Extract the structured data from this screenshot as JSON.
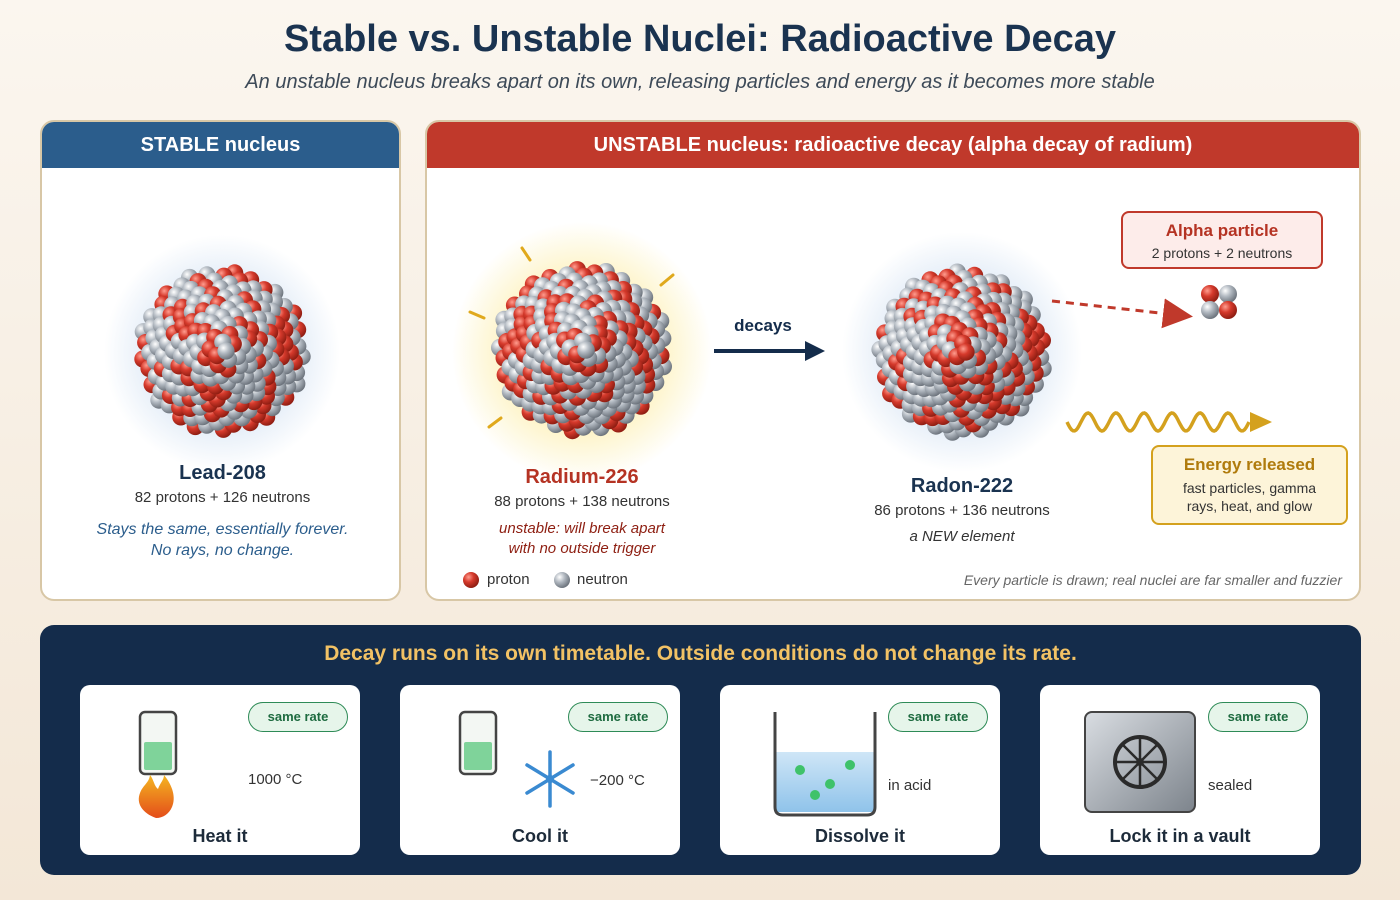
{
  "title": "Stable vs. Unstable Nuclei: Radioactive Decay",
  "subtitle": "An unstable nucleus breaks apart on its own, releasing particles and energy as it becomes more stable",
  "stable": {
    "header": "STABLE nucleus",
    "name": "Lead-208",
    "count": "82 protons + 126 neutrons",
    "note_line1": "Stays the same, essentially forever.",
    "note_line2": "No rays, no change.",
    "protons": 82,
    "neutrons": 126
  },
  "unstable": {
    "header": "UNSTABLE nucleus: radioactive decay (alpha decay of radium)",
    "parent": {
      "name": "Radium-226",
      "count": "88 protons + 138 neutrons",
      "note_line1": "unstable: will break apart",
      "note_line2": "with no outside trigger",
      "protons": 88,
      "neutrons": 138
    },
    "arrow_label": "decays",
    "daughter": {
      "name": "Radon-222",
      "count": "86 protons + 136 neutrons",
      "note": "a NEW element",
      "protons": 86,
      "neutrons": 136
    },
    "alpha": {
      "title": "Alpha particle",
      "sub": "2 protons + 2 neutrons"
    },
    "energy": {
      "title": "Energy released",
      "sub_line1": "fast particles, gamma",
      "sub_line2": "rays, heat, and glow"
    },
    "legend": {
      "proton": "proton",
      "neutron": "neutron"
    },
    "footnote": "Every particle is drawn; real nuclei are far smaller and fuzzier"
  },
  "bottom": {
    "title": "Decay runs on its own timetable. Outside conditions do not change its rate.",
    "cards": [
      {
        "label": "Heat it",
        "badge": "same rate",
        "condition": "1000 °C",
        "icon": "flame-icon"
      },
      {
        "label": "Cool it",
        "badge": "same rate",
        "condition": "−200 °C",
        "icon": "snowflake-icon"
      },
      {
        "label": "Dissolve it",
        "badge": "same rate",
        "condition": "in acid",
        "icon": "beaker-icon"
      },
      {
        "label": "Lock it in a vault",
        "badge": "same rate",
        "condition": "sealed",
        "icon": "vault-icon"
      }
    ]
  },
  "colors": {
    "proton": "#d63a2c",
    "neutron": "#a9b0b8",
    "stable_header": "#2b5d8c",
    "unstable_header": "#c0392b",
    "alpha": "#c0392b",
    "energy": "#d4a11e",
    "arrow": "#142c4b",
    "bottom_bg": "#142c4b",
    "bottom_title": "#f2c265",
    "badge": "#2e8b57"
  }
}
